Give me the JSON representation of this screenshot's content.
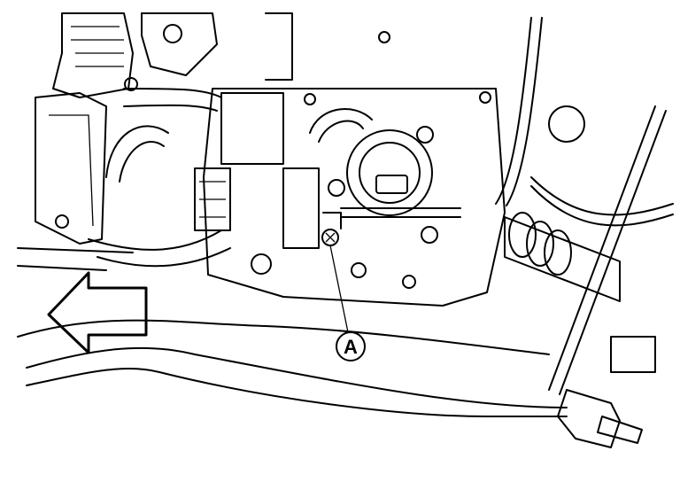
{
  "diagram": {
    "callouts": [
      {
        "id": "A",
        "label": "A"
      }
    ],
    "direction_arrow": "front-arrow",
    "line_color": "#000000",
    "background": "#ffffff"
  }
}
